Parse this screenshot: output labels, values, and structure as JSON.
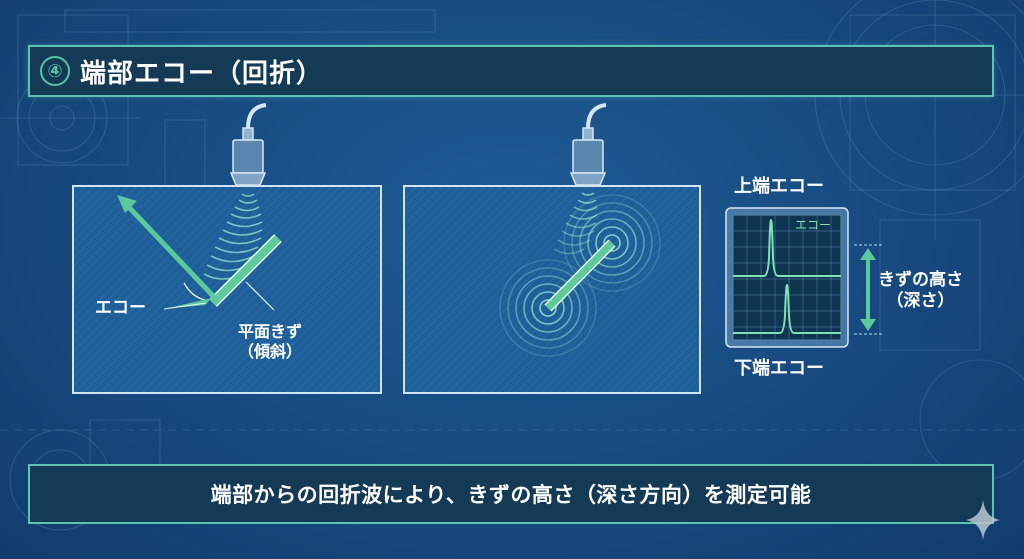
{
  "header": {
    "number": "④",
    "title": "端部エコー（回折）"
  },
  "panel_left": {
    "echo_label": "エコー",
    "flaw_label_line1": "平面きず",
    "flaw_label_line2": "（傾斜）"
  },
  "panel_right": {
    "top_label": "上端エコー",
    "bottom_label": "下端エコー",
    "screen_label": "エコー",
    "height_label_line1": "きずの高さ",
    "height_label_line2": "（深さ）"
  },
  "footer": {
    "text": "端部からの回折波により、きずの高さ（深さ方向）を測定可能"
  },
  "colors": {
    "background": "#17497f",
    "bar_fill": "#143a55",
    "bar_border": "#5fc3b3",
    "accent_green": "#58c7a0",
    "text": "#ffffff"
  },
  "icons": {
    "probe": "ultrasonic-probe-icon",
    "sparkle": "sparkle-icon"
  }
}
